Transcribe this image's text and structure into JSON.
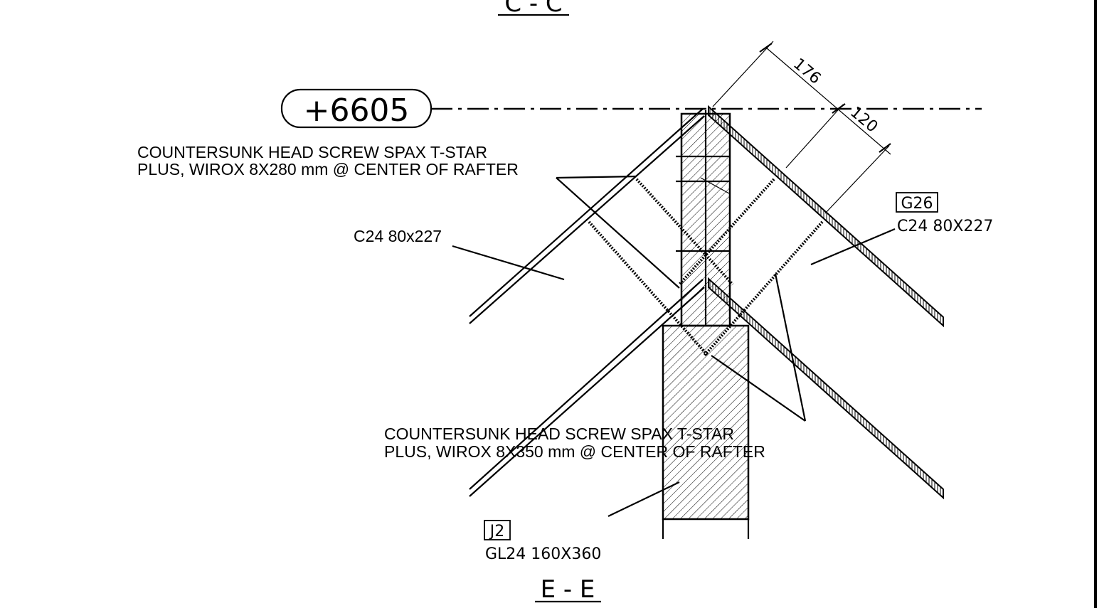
{
  "section_top": "C - C",
  "section_bottom": "E - E",
  "elevation": "+6605",
  "dimensions": {
    "d1": "176",
    "d2": "120"
  },
  "screw_upper": {
    "line1": "COUNTERSUNK HEAD SCREW SPAX T-STAR",
    "line2": "PLUS, WIROX 8X280 mm @ CENTER OF RAFTER"
  },
  "screw_lower": {
    "line1": "COUNTERSUNK HEAD SCREW SPAX T-STAR",
    "line2": "PLUS, WIROX 8X350 mm @ CENTER OF RAFTER"
  },
  "rafter_left": "C24 80x227",
  "rafter_right": {
    "tag": "G26",
    "spec": "C24 80X227"
  },
  "beam": {
    "tag": "J2",
    "spec": "GL24 160X360"
  }
}
